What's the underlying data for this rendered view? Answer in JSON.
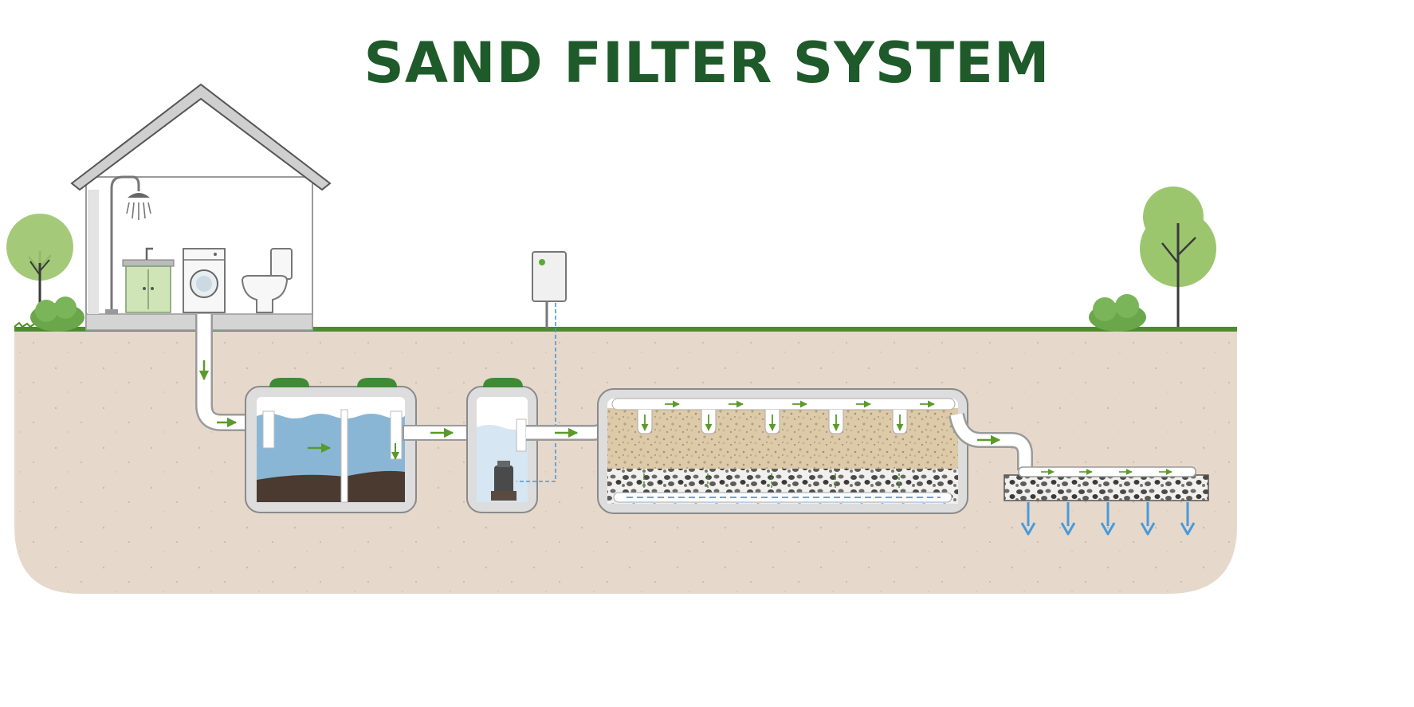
{
  "title": "SAND FILTER SYSTEM",
  "colors": {
    "title": "#1f5a2a",
    "soil": "#e6d9cc",
    "grass": "#4e8a2e",
    "tree": "#9cc66e",
    "flow_arrow": "#5a9a2a",
    "water": "#8ab6d6",
    "sand": "#dcc9a9",
    "lid": "#3f8a35",
    "drain_arrow": "#4a9ad8",
    "tank_wall": "#cfcfcf"
  },
  "icons": {
    "house": "house-icon",
    "shower": "shower-icon",
    "sink": "sink-vanity-icon",
    "washer": "washing-machine-icon",
    "toilet": "toilet-icon",
    "tree": "tree-icon",
    "bush": "bush-icon",
    "control_panel": "control-panel-icon",
    "pump": "pump-icon",
    "flow": "flow-arrow-icon",
    "drain": "down-arrow-icon"
  },
  "components": [
    {
      "id": "house"
    },
    {
      "id": "septic-tank"
    },
    {
      "id": "pump-chamber"
    },
    {
      "id": "control-panel"
    },
    {
      "id": "sand-filter"
    },
    {
      "id": "drainfield"
    }
  ]
}
